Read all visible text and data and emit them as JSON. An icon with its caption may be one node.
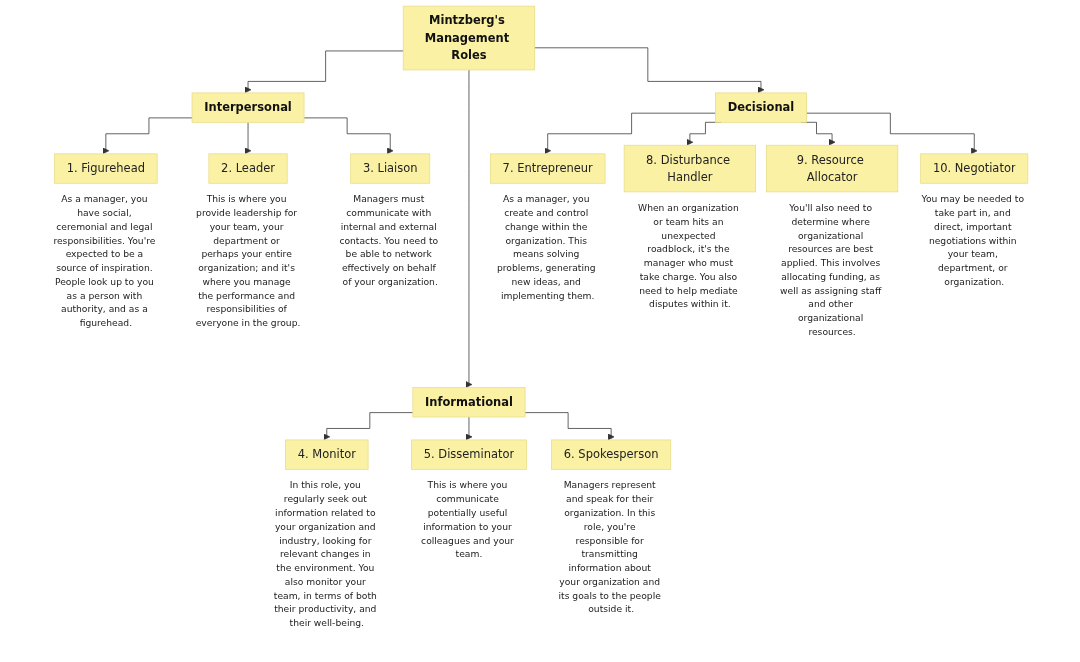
{
  "diagram": {
    "nodes": [
      {
        "text": [
          "Mintzberg's Management Roles"
        ]
      },
      {
        "text": [
          "Interpersonal"
        ]
      },
      {
        "text": [
          "Decisional"
        ]
      },
      {
        "text": [
          "1. Figurehead"
        ],
        "beside": [
          "As a manager, you have social, ceremonial and legal responsibilities. You're expected to be a source of inspiration. People look up to you as a person with authority, and as a figurehead."
        ]
      },
      {
        "text": [
          "2. Leader"
        ],
        "beside": [
          "This is where you provide leadership for your team, your department or perhaps your entire organization; and it's where you manage the performance and responsibilities of everyone in the group."
        ]
      },
      {
        "text": [
          "3. Liaison"
        ],
        "beside": [
          "Managers must communicate with internal and external contacts. You need to be able to network effectively on behalf of your organization."
        ]
      },
      {
        "text": [
          "7. Entrepreneur"
        ],
        "beside": [
          "As a manager, you create and control change within the organization. This means solving problems, generating new ideas, and implementing them."
        ]
      },
      {
        "text": [
          "8. Disturbance Handler"
        ],
        "beside": [
          "When an organization or team hits an unexpected roadblock, it's the manager who must take charge. You also need to help mediate disputes within it."
        ]
      },
      {
        "text": [
          "9. Resource Allocator"
        ],
        "beside": [
          "You'll also need to determine where organizational resources are best applied. This involves allocating funding, as well as assigning staff and other organizational resources."
        ]
      },
      {
        "text": [
          "10. Negotiator"
        ],
        "beside": [
          "You may be needed to take part in, and direct, important negotiations within your team, department, or organization."
        ]
      },
      {
        "text": [
          "Informational"
        ]
      },
      {
        "text": [
          "4. Monitor"
        ],
        "beside": [
          "In this role, you regularly seek out information related to your organization and industry, looking for relevant changes in the environment. You also monitor your team, in terms of both their productivity, and their well-being."
        ]
      },
      {
        "text": [
          "5. Disseminator"
        ],
        "beside": [
          "This is where you communicate potentially useful information to your colleagues and your team."
        ]
      },
      {
        "text": [
          "6. Spokesperson"
        ],
        "beside": [
          "Managers represent and speak for their organization. In this role, you're responsible for transmitting information about your organization and its goals to the people outside it."
        ]
      }
    ],
    "edges": [
      {
        "from": 0,
        "to": 1,
        "arrow": "to"
      },
      {
        "from": 0,
        "to": 10,
        "arrow": "to"
      },
      {
        "from": 0,
        "to": 2,
        "arrow": "to"
      },
      {
        "from": 1,
        "to": 3,
        "arrow": "to"
      },
      {
        "from": 1,
        "to": 4,
        "arrow": "to"
      },
      {
        "from": 1,
        "to": 5,
        "arrow": "to"
      },
      {
        "from": 10,
        "to": 11,
        "arrow": "to"
      },
      {
        "from": 10,
        "to": 12,
        "arrow": "to"
      },
      {
        "from": 10,
        "to": 13,
        "arrow": "to"
      },
      {
        "from": 2,
        "to": 6,
        "arrow": "to"
      },
      {
        "from": 2,
        "to": 7,
        "arrow": "to"
      },
      {
        "from": 2,
        "to": 8,
        "arrow": "to"
      },
      {
        "from": 2,
        "to": 9,
        "arrow": "to"
      }
    ]
  }
}
